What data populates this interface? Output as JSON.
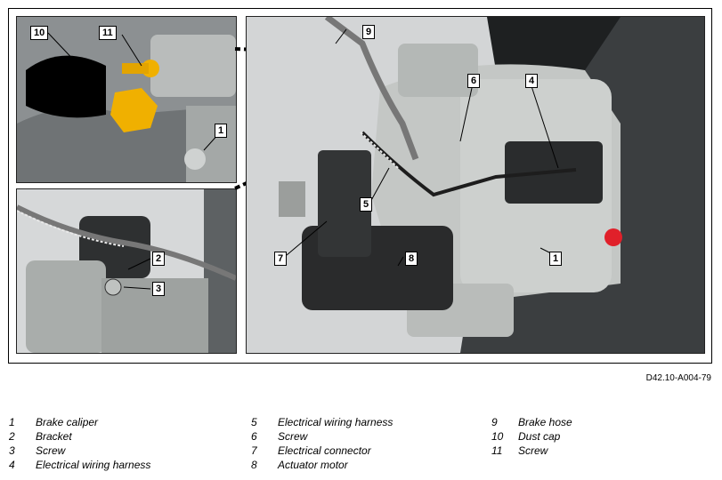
{
  "document_code": "D42.10-A004-79",
  "callouts": {
    "panel_a": [
      "10",
      "11",
      "1"
    ],
    "panel_b": [
      "2",
      "3"
    ],
    "panel_c": [
      "9",
      "6",
      "4",
      "5",
      "7",
      "8",
      "1"
    ]
  },
  "legend": [
    {
      "num": "1",
      "label": "Brake caliper"
    },
    {
      "num": "2",
      "label": "Bracket"
    },
    {
      "num": "3",
      "label": "Screw"
    },
    {
      "num": "4",
      "label": "Electrical wiring harness"
    },
    {
      "num": "5",
      "label": "Electrical wiring harness"
    },
    {
      "num": "6",
      "label": "Screw"
    },
    {
      "num": "7",
      "label": "Electrical connector"
    },
    {
      "num": "8",
      "label": "Actuator motor"
    },
    {
      "num": "9",
      "label": "Brake hose"
    },
    {
      "num": "10",
      "label": "Dust cap"
    },
    {
      "num": "11",
      "label": "Screw"
    }
  ],
  "colors": {
    "metal_light": "#c9ccc9",
    "metal_mid": "#9a9e9c",
    "metal_dark": "#4a4d4e",
    "actuator_black": "#2a2b2c",
    "dust_cap": "#000000",
    "screw_yellow": "#f0b000",
    "red_marker": "#e0202a"
  }
}
